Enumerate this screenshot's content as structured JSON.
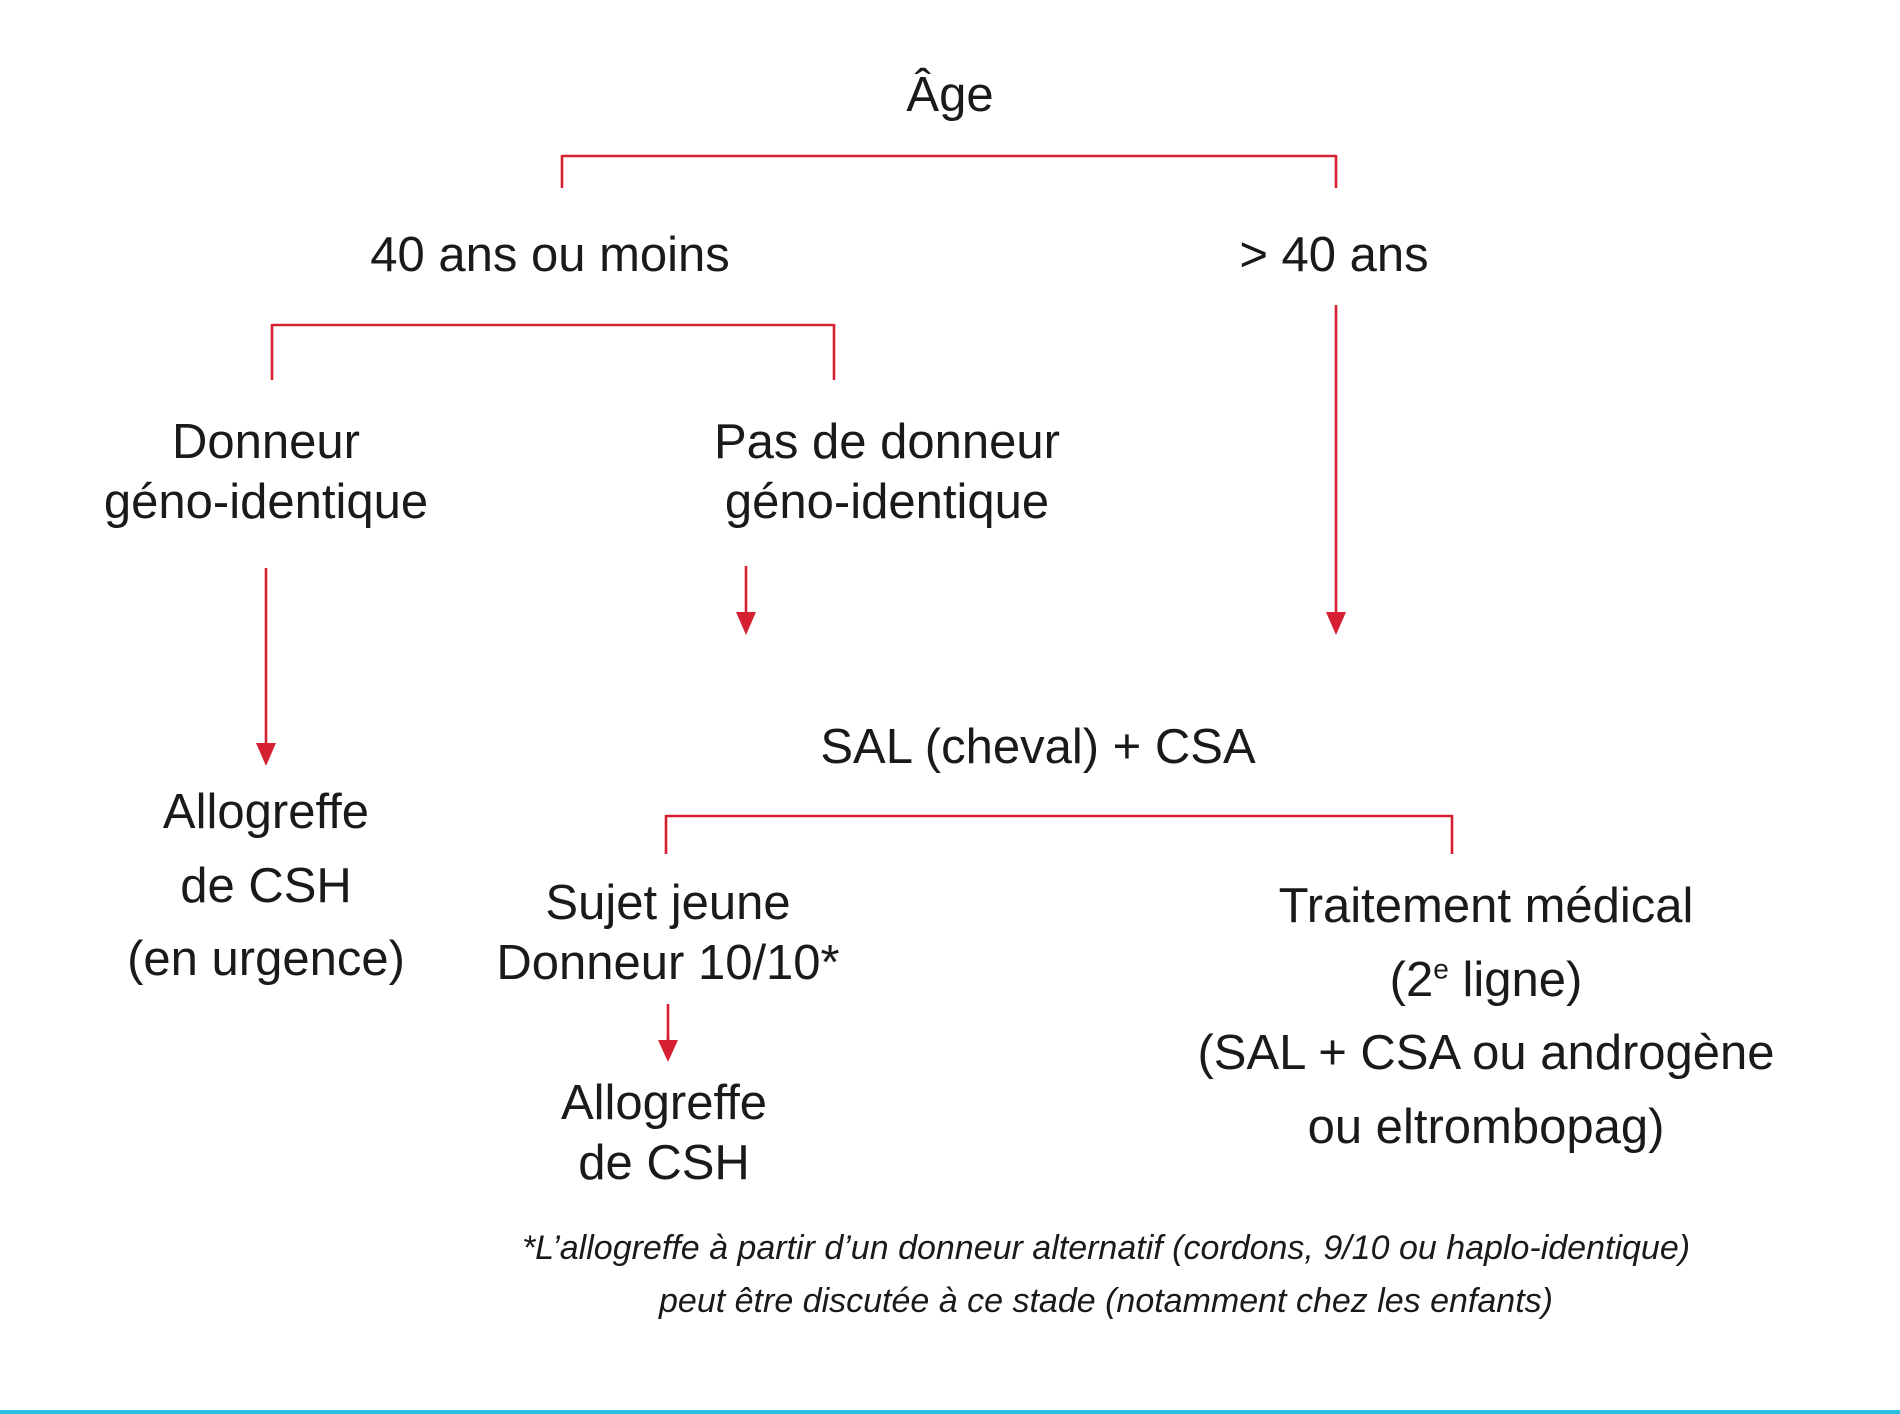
{
  "diagram": {
    "line_color": "#d42030",
    "root": {
      "label": "Âge"
    },
    "branches": {
      "young": {
        "label": "40 ans ou moins"
      },
      "old": {
        "label": "> 40 ans"
      }
    },
    "young_children": {
      "donor": {
        "line1": "Donneur",
        "line2": "géno-identique"
      },
      "no_donor": {
        "line1": "Pas de donneur",
        "line2": "géno-identique"
      }
    },
    "donor_outcome": {
      "line1": "Allogreffe",
      "line2": "de CSH",
      "line3": "(en urgence)"
    },
    "treatment": {
      "label": "SAL (cheval) + CSA"
    },
    "after_treatment": {
      "young_subject": {
        "line1": "Sujet jeune",
        "line2": "Donneur 10/10*"
      },
      "young_outcome": {
        "line1": "Allogreffe",
        "line2": "de CSH"
      },
      "medical": {
        "line1": "Traitement médical",
        "line2_pre": "(2",
        "line2_sup": "e",
        "line2_post": " ligne)",
        "line3": "(SAL + CSA ou androgène",
        "line4": "ou eltrombopag)"
      }
    },
    "footnote": {
      "line1": "*L’allogreffe à partir d’un donneur alternatif (cordons, 9/10 ou haplo-identique)",
      "line2": "peut être discutée à ce stade (notamment chez les enfants)"
    },
    "accent_bar_color": "#28c2de"
  }
}
